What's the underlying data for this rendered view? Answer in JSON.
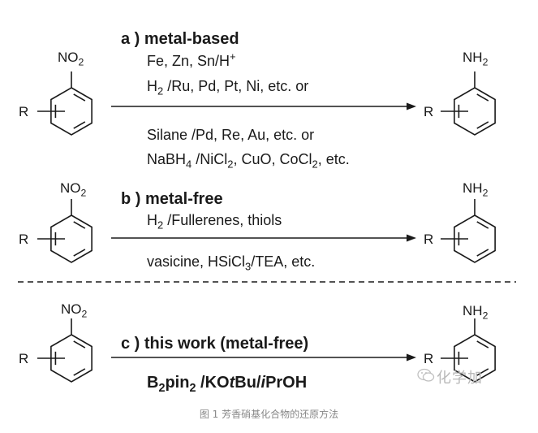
{
  "schemes": [
    {
      "label": "a ) metal-based",
      "lines_above": [
        [
          "Fe, Zn, Sn/H",
          {
            "sup": "+"
          }
        ],
        [
          "H",
          {
            "sub": "2"
          },
          " /Ru, Pd, Pt, Ni, etc. or"
        ]
      ],
      "lines_below": [
        [
          "Silane /Pd, Re, Au, etc. or"
        ],
        [
          "NaBH",
          {
            "sub": "4"
          },
          " /NiCl",
          {
            "sub": "2"
          },
          ", CuO, CoCl",
          {
            "sub": "2"
          },
          ", etc."
        ]
      ]
    },
    {
      "label": "b ) metal-free",
      "lines_above": [
        [
          "H",
          {
            "sub": "2"
          },
          " /Fullerenes, thiols"
        ]
      ],
      "lines_below": [
        [
          "vasicine, HSiCl",
          {
            "sub": "3"
          },
          "/TEA, etc."
        ]
      ]
    },
    {
      "label": "c ) this work  (metal-free)",
      "lines_above": [],
      "lines_below": [
        [
          "B",
          {
            "sub": "2"
          },
          "pin",
          {
            "sub": "2"
          },
          " /KO",
          {
            "i": "t"
          },
          "Bu/",
          {
            "i": "i"
          },
          "PrOH"
        ]
      ]
    }
  ],
  "groups": {
    "reactant_group": [
      "NO",
      {
        "sub": "2"
      }
    ],
    "product_group": [
      "NH",
      {
        "sub": "2"
      }
    ],
    "substituent": "R"
  },
  "watermark": "化学加",
  "caption": "图 1 芳香硝基化合物的还原方法"
}
